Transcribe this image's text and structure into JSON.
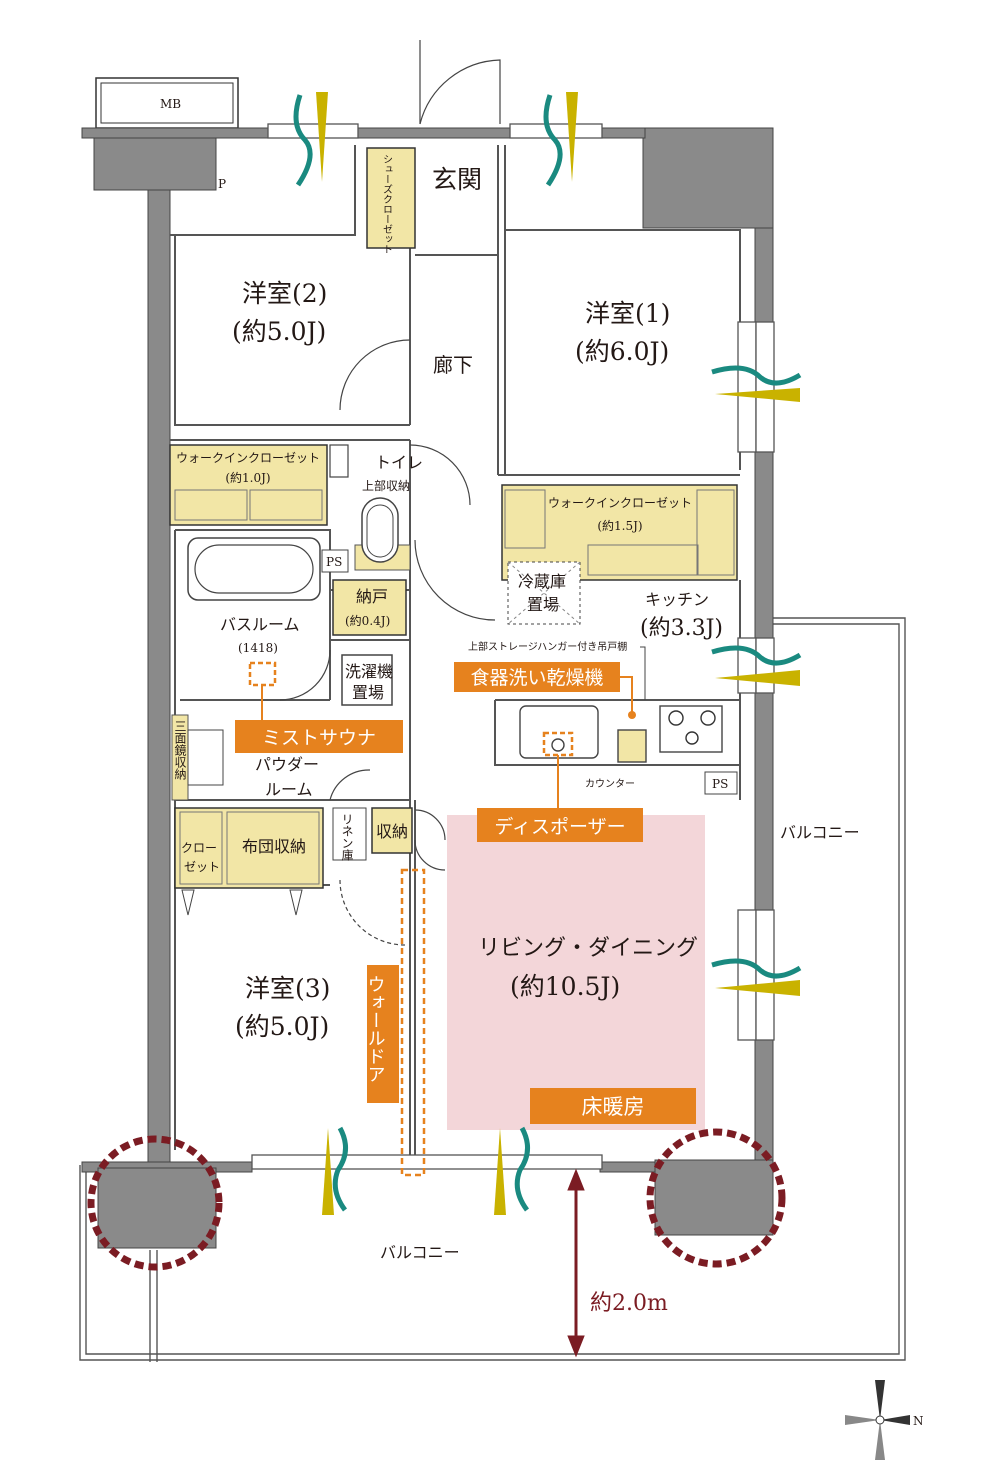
{
  "colors": {
    "wall": "#8a8a8a",
    "storage": "#f2e6a6",
    "tag": "#e6821e",
    "floor_heating": "#f3d6d9",
    "vent_teal": "#1a8a80",
    "vent_olive": "#c9b200",
    "dim": "#7b1c23"
  },
  "labels": {
    "mb": "MB",
    "p": "P",
    "entrance": "玄関",
    "shoe_closet": "シューズクローゼット",
    "room2_name": "洋室(2)",
    "room2_area": "(約5.0J)",
    "hallway": "廊下",
    "room1_name": "洋室(1)",
    "room1_area": "(約6.0J)",
    "wic1_name": "ウォークインクローゼット",
    "wic1_area": "(約1.0J)",
    "toilet": "トイレ",
    "toilet_storage": "上部収納",
    "wic2_name": "ウォークインクローゼット",
    "wic2_area": "(約1.5J)",
    "ps": "PS",
    "storeroom_name": "納戸",
    "storeroom_area": "(約0.4J)",
    "fridge_1": "冷蔵庫",
    "fridge_2": "置場",
    "kitchen_name": "キッチン",
    "kitchen_area": "(約3.3J)",
    "bathroom_name": "バスルーム",
    "bathroom_size": "(1418)",
    "upper_storage": "上部ストレージハンガー付き吊戸棚",
    "washer_1": "洗濯機",
    "washer_2": "置場",
    "mirror": "三面鏡収納",
    "powder_1": "パウダー",
    "powder_2": "ルーム",
    "counter": "カウンター",
    "ps2": "PS",
    "closet_1": "クロー",
    "closet_2": "ゼット",
    "futon": "布団収納",
    "linen": "リネン庫",
    "storage": "収納",
    "living_name": "リビング・ダイニング",
    "living_area": "(約10.5J)",
    "room3_name": "洋室(3)",
    "room3_area": "(約5.0J)",
    "balcony_right": "バルコニー",
    "balcony_bottom": "バルコニー",
    "depth": "約2.0m",
    "compass": "N"
  },
  "tags": {
    "dishwasher": "食器洗い乾燥機",
    "mist_sauna": "ミストサウナ",
    "disposer": "ディスポーザー",
    "wall_door": "ウォールドア",
    "floor_heating": "床暖房"
  }
}
